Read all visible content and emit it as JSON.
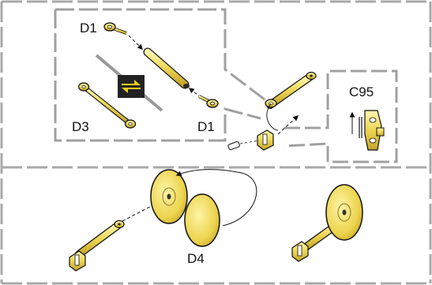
{
  "labels": {
    "d1_top": "D1",
    "d1_bottom": "D1",
    "d3": "D3",
    "c95": "C95",
    "d4": "D4"
  },
  "icons": {
    "swap": "swap-arrows-icon"
  },
  "colors": {
    "brass": "#e8d24a",
    "brass_dark": "#b89a1c",
    "frame": "#a0a0a0",
    "badge": "#222222",
    "badge_arrow": "#f2cc1a"
  }
}
